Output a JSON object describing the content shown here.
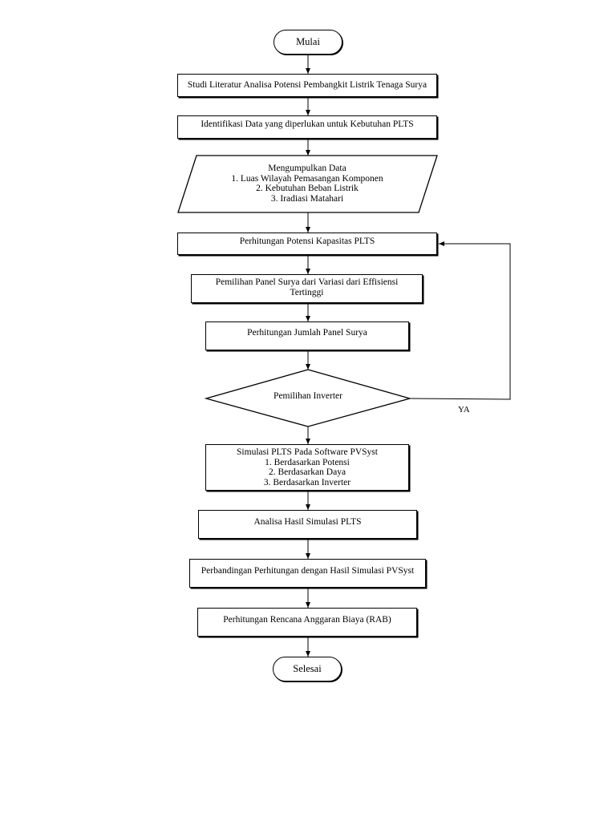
{
  "nodes": {
    "start": "Mulai",
    "literature": "Studi Literatur Analisa Potensi Pembangkit Listrik Tenaga Surya",
    "identify": "Identifikasi Data yang diperlukan untuk Kebutuhan PLTS",
    "collect": {
      "title": "Mengumpulkan Data",
      "items": [
        "1. Luas Wilayah Pemasangan Komponen",
        "2. Kebutuhan Beban Listrik",
        "3. Iradiasi Matahari"
      ]
    },
    "capacity": "Perhitungan Potensi Kapasitas PLTS",
    "panel_select": {
      "line1": "Pemilihan Panel Surya dari Variasi dari Effisiensi",
      "line2": "Tertinggi"
    },
    "panel_count": "Perhitungan Jumlah Panel Surya",
    "inverter": "Pemilihan Inverter",
    "simulation": {
      "title": "Simulasi PLTS Pada Software PVSyst",
      "items": [
        "1. Berdasarkan Potensi",
        "2. Berdasarkan Daya",
        "3. Berdasarkan Inverter"
      ]
    },
    "analysis": "Analisa Hasil Simulasi PLTS",
    "compare": "Perbandingan Perhitungan dengan Hasil Simulasi PVSyst",
    "rab": "Perhitungan Rencana Anggaran Biaya (RAB)",
    "end": "Selesai"
  },
  "edge_labels": {
    "loop_yes": "YA"
  }
}
